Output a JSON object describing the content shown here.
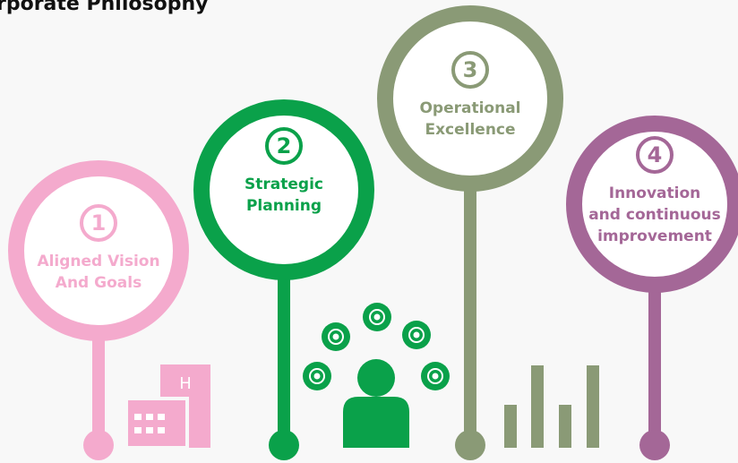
{
  "title": "rporate Philosophy",
  "colors": {
    "pink": "#f4aacd",
    "green": "#0aa14a",
    "olive": "#8a9a76",
    "purple": "#a46797"
  },
  "steps": [
    {
      "number": "1",
      "label_line1": "Aligned Vision",
      "label_line2": "And Goals",
      "color": "#f4aacd"
    },
    {
      "number": "2",
      "label_line1": "Strategic",
      "label_line2": "Planning",
      "color": "#0aa14a"
    },
    {
      "number": "3",
      "label_line1": "Operational",
      "label_line2": "Excellence",
      "color": "#8a9a76"
    },
    {
      "number": "4",
      "label_line1": "Innovation",
      "label_line2": "and continuous",
      "label_line3": "improvement",
      "color": "#a46797"
    }
  ],
  "icons": {
    "building": "building-icon",
    "team": "team-person-icon",
    "chart": "bar-chart-icon",
    "building_sign": "H"
  }
}
